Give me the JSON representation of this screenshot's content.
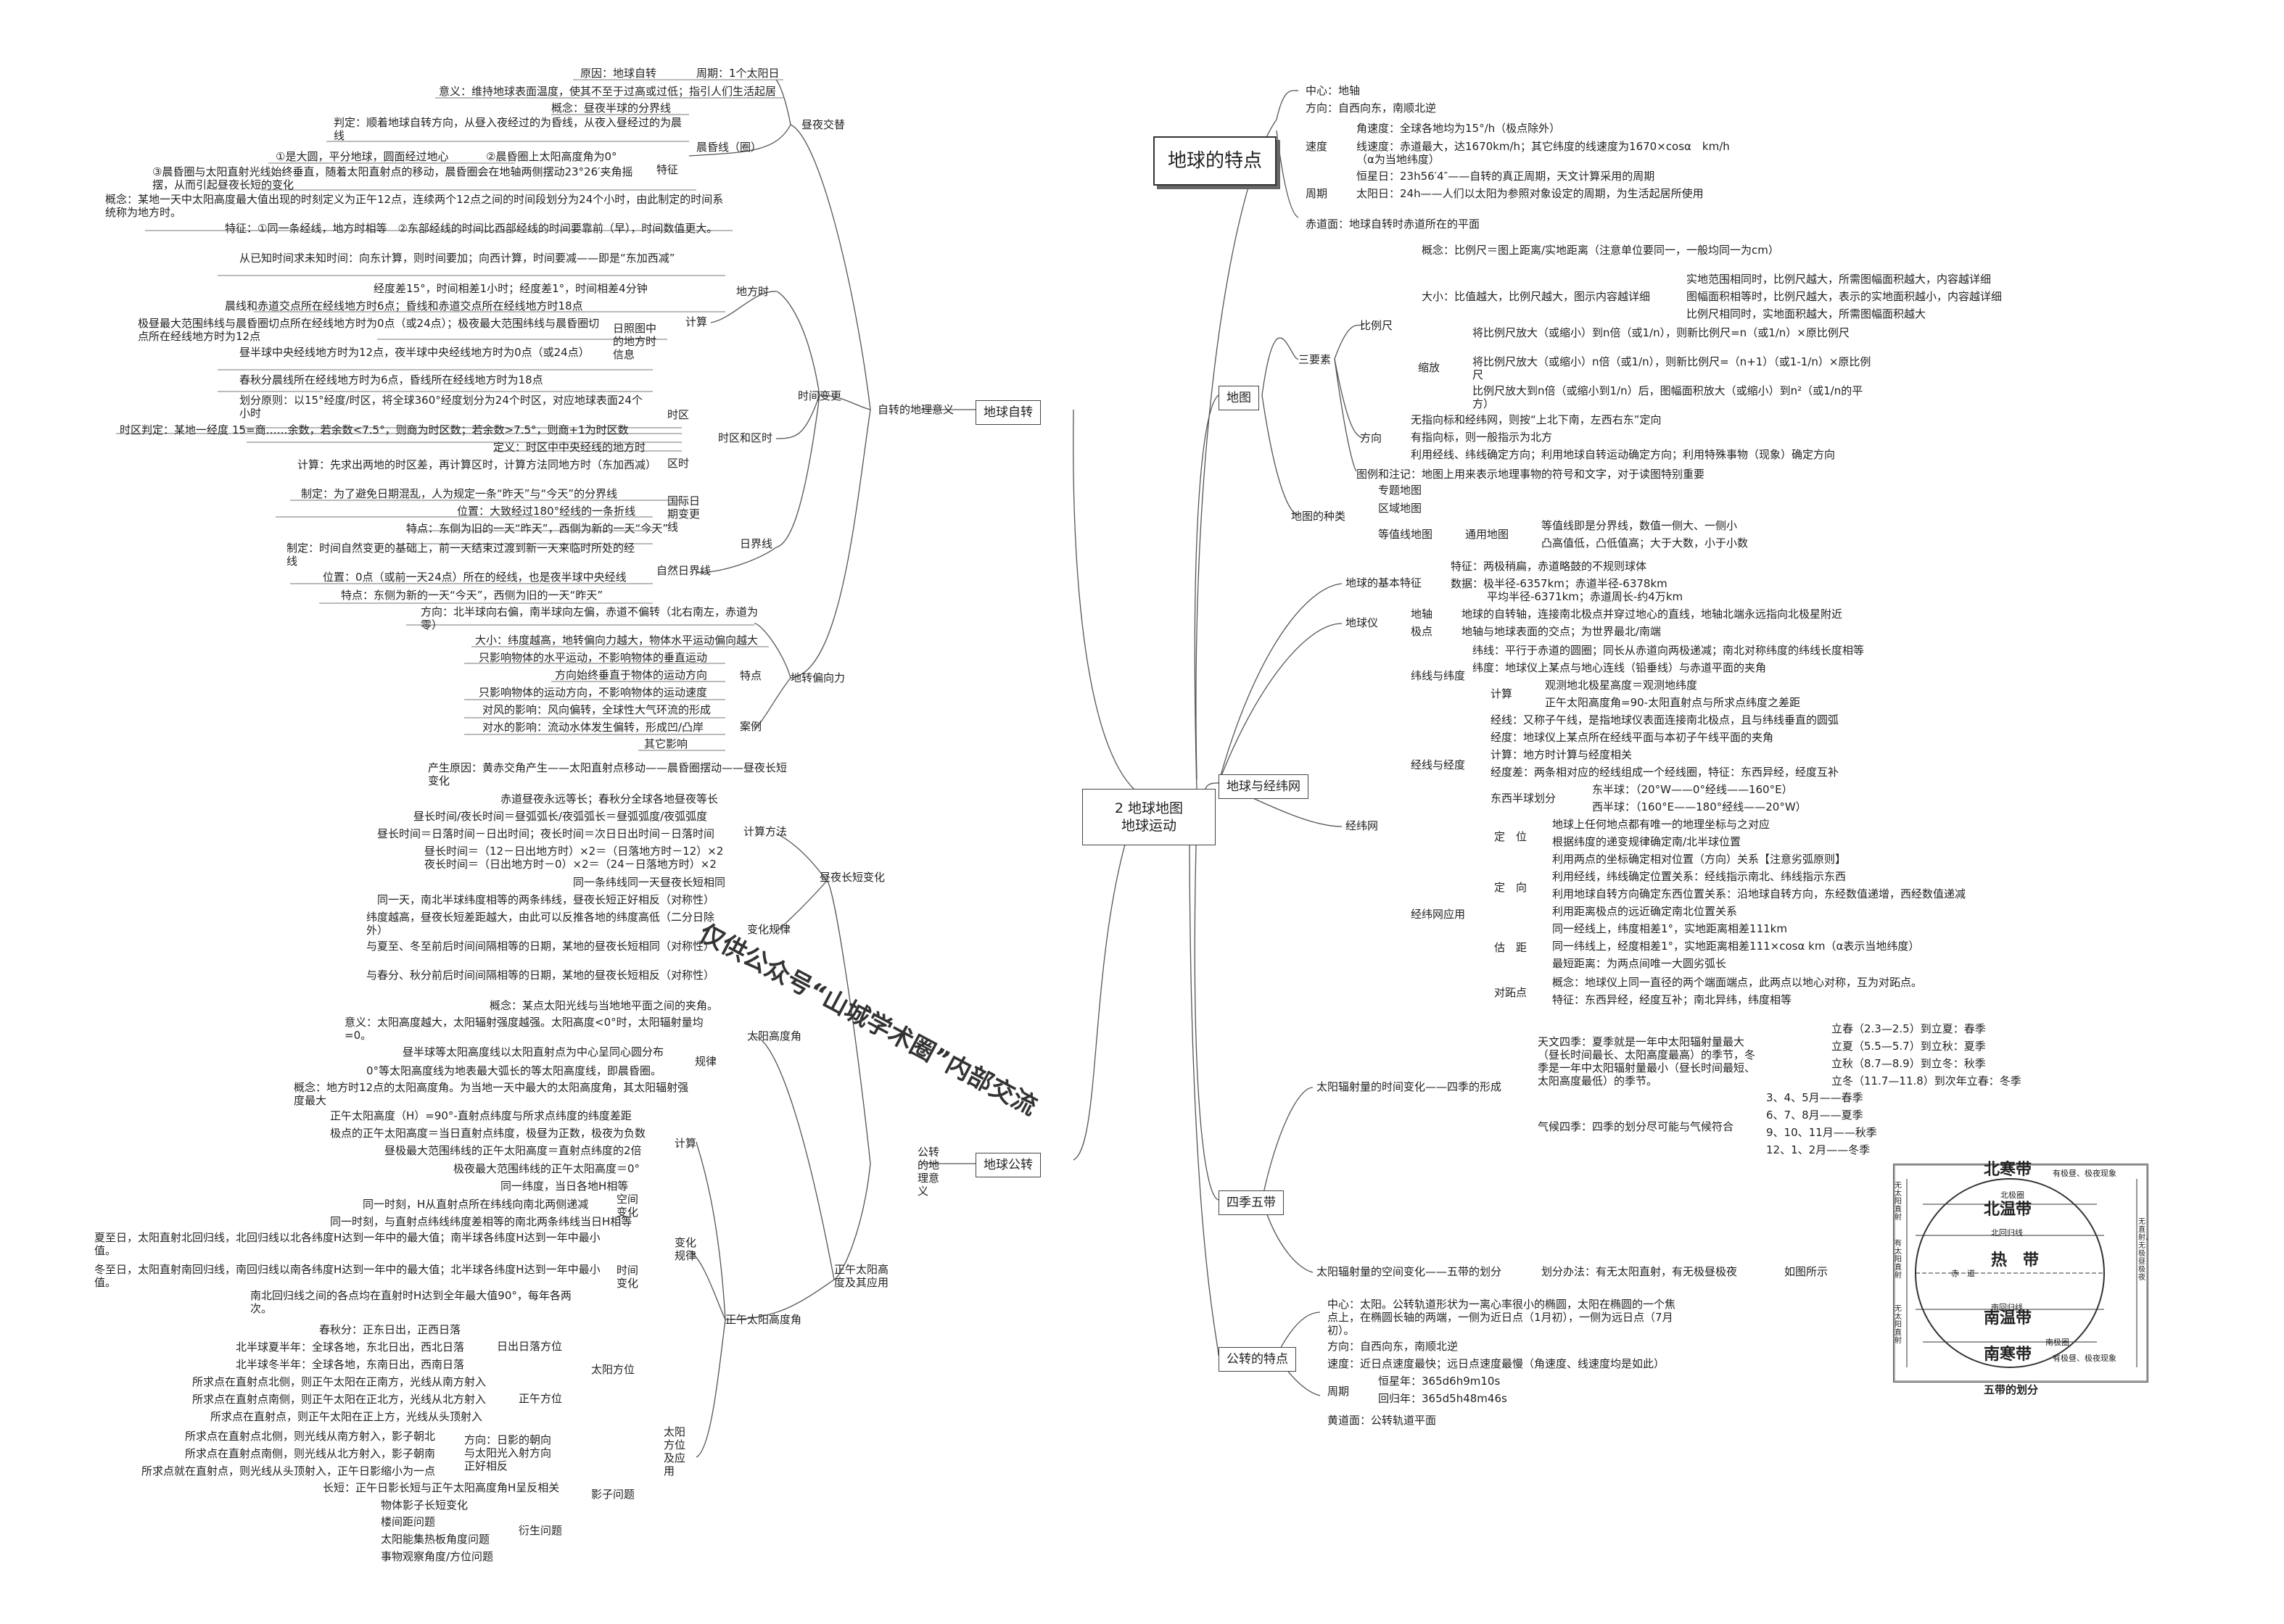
{
  "center": {
    "line1": "2  地球地图",
    "line2": "地球运动"
  },
  "topics": {
    "rotation": "地球自转",
    "revolution": "地球公转",
    "features": "地球的特点",
    "map": "地图",
    "graticule": "地球与经纬网",
    "seasons": "四季五带",
    "rev_features": "公转的特点"
  },
  "watermark": "仅供公众号“山城学术圈”内部交流",
  "rotation": {
    "meaning": "自转的地理意义",
    "daynight": {
      "label": "昼夜交替",
      "cause": "原因：地球自转",
      "period": "周期：1个太阳日",
      "significance": "意义：维持地球表面温度，使其不至于过高或过低；指引人们生活起居",
      "terminator": {
        "label": "晨昏线（圈）",
        "concept": "概念：昼夜半球的分界线",
        "judge": "判定：顺着地球自转方向，从昼入夜经过的为昏线，从夜入昼经过的为晨线",
        "features": "特征",
        "f1": "①是大圆，平分地球，圆面经过地心",
        "f2": "②晨昏圈上太阳高度角为0°",
        "f3": "③晨昏圈与太阳直射光线始终垂直，随着太阳直射点的移动，晨昏圈会在地轴两侧摆动23°26′夹角摇摆，从而引起昼夜长短的变化"
      }
    },
    "timediff": {
      "label": "时间变更",
      "localtime": {
        "label": "地方时",
        "concept": "概念：某地一天中太阳高度最大值出现的时刻定义为正午12点，连续两个12点之间的时间段划分为24个小时，由此制定的时间系统称为地方时。",
        "feature": "特征：①同一条经线，地方时相等　②东部经线的时间比西部经线的时间要靠前（早），时间数值更大。",
        "calcrule": "从已知时间求未知时间：向东计算，则时间要加；向西计算，时间要减——即是“东加西减”",
        "calc": "计算",
        "rate": "经度差15°，时间相差1小时；经度差1°，时间相差4分钟",
        "chart_label": "日照图中的地方时信息",
        "c1": "晨线和赤道交点所在经线地方时6点；昏线和赤道交点所在经线地方时18点",
        "c2": "极昼最大范围纬线与晨昏圈切点所在经线地方时为0点（或24点）；极夜最大范围纬线与晨昏圈切点所在经线地方时为12点",
        "c3": "昼半球中央经线地方时为12点，夜半球中央经线地方时为0点（或24点）",
        "c4": "春秋分晨线所在经线地方时为6点，昏线所在经线地方时为18点"
      },
      "zone": {
        "label": "时区和区时",
        "tz": "时区",
        "division": "划分原则：以15°经度/时区，将全球360°经度划分为24个时区，对应地球表面24个小时",
        "judge_label": "时区判定：某地一经度",
        "judge": "15=商……余数，若余数<7.5°，则商为时区数；若余数>7.5°，则商+1为时区数",
        "zt": "区时",
        "def": "定义：时区中中央经线的地方时",
        "calc": "计算：先求出两地的时区差，再计算区时，计算方法同地方时（东加西减）"
      },
      "dateline": {
        "label": "日界线",
        "idl": "国际日期变更线",
        "i1": "制定：为了避免日期混乱，人为规定一条“昨天”与“今天”的分界线",
        "i2": "位置：大致经过180°经线的一条折线",
        "i3": "特点：东侧为旧的一天“昨天”，西侧为新的一天“今天”",
        "natural": "自然日界线",
        "n1": "制定：时间自然变更的基础上，前一天结束过渡到新一天来临时所处的经线",
        "n2": "位置：0点（或前一天24点）所在的经线，也是夜半球中央经线",
        "n3": "特点：东侧为新的一天“今天”，西侧为旧的一天“昨天”"
      }
    },
    "deflection": {
      "label": "地转偏向力",
      "direction": "方向：北半球向右偏，南半球向左偏，赤道不偏转（北右南左，赤道为零）",
      "feature": "特点",
      "p1": "大小：纬度越高，地转偏向力越大，物体水平运动偏向越大",
      "p2": "只影响物体的水平运动，不影响物体的垂直运动",
      "p3": "方向始终垂直于物体的运动方向",
      "p4": "只影响物体的运动方向，不影响物体的运动速度",
      "case": "案例",
      "e1": "对风的影响：风向偏转，全球性大气环流的形成",
      "e2": "对水的影响：流动水体发生偏转，形成凹/凸岸",
      "e3": "其它影响"
    }
  },
  "revolution": {
    "meaning": "公转的地理意义",
    "daylength": {
      "label": "昼夜长短变化",
      "cause": "产生原因：黄赤交角产生——太阳直射点移动——晨昏圈摆动——昼夜长短变化",
      "calc": "计算方法",
      "c1": "赤道昼夜永远等长；春秋分全球各地昼夜等长",
      "c2": "昼长时间/夜长时间＝昼弧弧长/夜弧弧长＝昼弧弧度/夜弧弧度",
      "c3": "昼长时间＝日落时间－日出时间；夜长时间＝次日日出时间－日落时间",
      "c4": "昼长时间＝（12－日出地方时）×2＝（日落地方时－12）×2",
      "c5": "夜长时间＝（日出地方时－0）×2＝（24－日落地方时）×2",
      "law": "变化规律",
      "l1": "同一条纬线同一天昼夜长短相同",
      "l2": "同一天，南北半球纬度相等的两条纬线，昼夜长短正好相反（对称性）",
      "l3": "纬度越高，昼夜长短差距越大，由此可以反推各地的纬度高低（二分日除外）",
      "l4": "与夏至、冬至前后时间间隔相等的日期，某地的昼夜长短相同（对称性）",
      "l5": "与春分、秋分前后时间间隔相等的日期，某地的昼夜长短相反（对称性）"
    },
    "solar": {
      "label": "正午太阳高度角",
      "angle": "太阳高度角",
      "concept": "概念：某点太阳光线与当地地平面之间的夹角。",
      "meaning": "意义：太阳高度越大，太阳辐射强度越强。太阳高度<0°时，太阳辐射量均=0。",
      "law": "规律",
      "law1": "昼半球等太阳高度线以太阳直射点为中心呈同心圆分布",
      "law2": "0°等太阳高度线为地表最大弧长的等太阳高度线，即晨昏圈。",
      "noon": "正午太阳高度及其应用",
      "n_concept": "概念：地方时12点的太阳高度角。为当地一天中最大的太阳高度角，其太阳辐射强度最大",
      "calc": "计算",
      "k1": "正午太阳高度（H）=90°-直射点纬度与所求点纬度的纬度差距",
      "k2": "极点的正午太阳高度＝当日直射点纬度，极昼为正数，极夜为负数",
      "k3": "昼极最大范围纬线的正午太阳高度＝直射点纬度的2倍",
      "k4": "极夜最大范围纬线的正午太阳高度＝0°",
      "changes": "变化规律",
      "space": "空间变化",
      "s1": "同一纬度，当日各地H相等",
      "s2": "同一时刻，H从直射点所在纬线向南北两侧递减",
      "s3": "同一时刻，与直射点纬线纬度差相等的南北两条纬线当日H相等",
      "time": "时间变化",
      "t1": "夏至日，太阳直射北回归线，北回归线以北各纬度H达到一年中的最大值；南半球各纬度H达到一年中最小值。",
      "t2": "冬至日，太阳直射南回归线，南回归线以南各纬度H达到一年中的最大值；北半球各纬度H达到一年中最小值。",
      "t3": "南北回归线之间的各点均在直射时H达到全年最大值90°，每年各两次。",
      "sunpos": "太阳方位及应用",
      "orient": "太阳方位",
      "rise": "日出日落方位",
      "r1": "春秋分：正东日出，正西日落",
      "r2": "北半球夏半年：全球各地，东北日出，西北日落",
      "r3": "北半球冬半年：全球各地，东南日出，西南日落",
      "noondir": "正午方位",
      "d1": "所求点在直射点北侧，则正午太阳在正南方，光线从南方射入",
      "d2": "所求点在直射点南侧，则正午太阳在正北方，光线从北方射入",
      "d3": "所求点在直射点，则正午太阳在正上方，光线从头顶射入",
      "shadow": "影子问题",
      "sh_dir": "方向：日影的朝向与太阳光入射方向正好相反",
      "sd1": "所求点在直射点北侧，则光线从南方射入，影子朝北",
      "sd2": "所求点在直射点南侧，则光线从北方射入，影子朝南",
      "sd3": "所求点就在直射点，则光线从头顶射入，正午日影缩小为一点",
      "sh_len": "长短：正午日影长短与正午太阳高度角H呈反相关",
      "sh_var": "物体影子长短变化",
      "derive": "衍生问题",
      "dv1": "楼间距问题",
      "dv2": "太阳能集热板角度问题",
      "dv3": "事物观察角度/方位问题"
    }
  },
  "features": {
    "center": "中心：地轴",
    "direction": "方向：自西向东，南顺北逆",
    "speed": "速度",
    "angular": "角速度：全球各地均为15°/h（极点除外）",
    "linear": "线速度：赤道最大，达1670km/h；其它纬度的线速度为1670×cosα　km/h（α为当地纬度）",
    "period": "周期",
    "sidereal": "恒星日：23h56′4″——自转的真正周期，天文计算采用的周期",
    "solar": "太阳日：24h——人们以太阳为参照对象设定的周期，为生活起居所使用",
    "equator": "赤道面：地球自转时赤道所在的平面"
  },
  "map": {
    "elements": "三要素",
    "scale": "比例尺",
    "sc_concept": "概念：比例尺＝图上距离/实地距离（注意单位要同一，一般均同一为cm）",
    "size": "大小",
    "size_head": "大小：比值越大，比例尺越大，图示内容越详细",
    "z1": "实地范围相同时，比例尺越大，所需图幅面积越大，内容越详细",
    "z2": "图幅面积相等时，比例尺越大，表示的实地面积越小，内容越详细",
    "z3": "比例尺相同时，实地面积越大，所需图幅面积越大",
    "zoom": "缩放",
    "zm1": "将比例尺放大（或缩小）到n倍（或1/n），则新比例尺=n（或1/n）×原比例尺",
    "zm2": "将比例尺放大（或缩小）n倍（或1/n），则新比例尺=（n+1）（或1-1/n）×原比例尺",
    "zm3": "比例尺放大到n倍（或缩小到1/n）后，图幅面积放大（或缩小）到n²（或1/n的平方）",
    "direction": "方向",
    "dr1": "无指向标和经纬网，则按“上北下南，左西右东”定向",
    "dr2": "有指向标，则一般指示为北方",
    "dr3": "利用经线、纬线确定方向；利用地球自转运动确定方向；利用特殊事物（现象）确定方向",
    "legend": "图例和注记：地图上用来表示地理事物的符号和文字，对于读图特别重要",
    "types": "地图的种类",
    "t1": "专题地图",
    "t2": "区域地图",
    "t3": "通用地图",
    "contour": "等值线地图",
    "ct1": "等值线即是分界线，数值一侧大、一侧小",
    "ct2": "凸高值低，凸低值高；大于大数，小于小数"
  },
  "graticule": {
    "basic": "地球的基本特征",
    "shape": "特征：两极稍扁，赤道略鼓的不规则球体",
    "data": "数据：极半径-6357km；赤道半径-6378km",
    "data2": "平均半径-6371km；赤道周长-约4万km",
    "globe": "地球仪",
    "axis_l": "地轴",
    "axis": "地球的自转轴，连接南北极点并穿过地心的直线，地轴北端永远指向北极星附近",
    "pole_l": "极点",
    "pole": "地轴与地球表面的交点；为世界最北/南端",
    "latlon": "纬线与纬度",
    "lat1": "纬线：平行于赤道的圆圈；同长从赤道向两极递减；南北对称纬度的纬线长度相等",
    "lat2": "纬度：地球仪上某点与地心连线（铅垂线）与赤道平面的夹角",
    "calc": "计算",
    "lat3": "观测地北极星高度＝观测地纬度",
    "lat4": "正午太阳高度角=90-太阳直射点与所求点纬度之差距",
    "lonlat": "经线与经度",
    "lon1": "经线：又称子午线，是指地球仪表面连接南北极点，且与纬线垂直的圆弧",
    "lon2": "经度：地球仪上某点所在经线平面与本初子午线平面的夹角",
    "lon3": "计算：地方时计算与经度相关",
    "lon4": "经度差：两条相对应的经线组成一个经线圈，特征：东西异经，经度互补",
    "hemi": "东西半球划分",
    "h1": "东半球：（20°W——0°经线——160°E）",
    "h2": "西半球：（160°E——180°经线——20°W）",
    "net": "经纬网",
    "app": "经纬网应用",
    "locate": "定　位",
    "lc1": "地球上任何地点都有唯一的地理坐标与之对应",
    "lc2": "根据纬度的递变规律确定南/北半球位置",
    "orient": "定　向",
    "o1": "利用两点的坐标确定相对位置（方向）关系【注意劣弧原则】",
    "o2": "利用经线，纬线确定位置关系：经线指示南北、纬线指示东西",
    "o3": "利用地球自转方向确定东西位置关系：沿地球自转方向，东经数值递增，西经数值递减",
    "o4": "利用距离极点的远近确定南北位置关系",
    "estimate": "估　距",
    "e1": "同一经线上，纬度相差1°，实地距离相差111km",
    "e2": "同一纬线上，经度相差1°，实地距离相差111×cosα km（α表示当地纬度）",
    "e3": "最短距离：为两点间唯一大圆劣弧长",
    "antipode": "对跖点",
    "a1": "概念：地球仪上同一直径的两个端面端点，此两点以地心对称，互为对跖点。",
    "a2": "特征：东西异经，经度互补；南北异纬，纬度相等"
  },
  "seasons": {
    "time": "太阳辐射量的时间变化——四季的形成",
    "astro": "天文四季：夏季就是一年中太阳辐射量最大（昼长时间最长、太阳高度最高）的季节，冬季是一年中太阳辐射量最小（昼长时间最短、太阳高度最低）的季节。",
    "a1": "立春（2.3—2.5）到立夏：春季",
    "a2": "立夏（5.5—5.7）到立秋：夏季",
    "a3": "立秋（8.7—8.9）到立冬：秋季",
    "a4": "立冬（11.7—11.8）到次年立春：冬季",
    "climate": "气候四季：四季的划分尽可能与气候符合",
    "c1": "3、4、5月——春季",
    "c2": "6、7、8月——夏季",
    "c3": "9、10、11月——秋季",
    "c4": "12、1、2月——冬季",
    "space": "太阳辐射量的空间变化——五带的划分",
    "space_rule": "划分办法：有无太阳直射，有无极昼极夜",
    "fig": "如图所示",
    "zones": {
      "n_frigid": "北寒带",
      "n_temp": "北温带",
      "torrid": "热　带",
      "s_temp": "南温带",
      "s_frigid": "南寒带",
      "arctic": "北极圈",
      "antarctic": "南极圈",
      "tropic_n": "北回归线",
      "tropic_s": "南回归线",
      "equator": "赤　道",
      "polar_n": "有极昼、极夜现象",
      "polar_s": "有极昼、极夜现象",
      "direct": "有太阳直射",
      "no_direct_n": "无太阳直射",
      "no_direct_s": "无太阳直射",
      "none": "无直射、无极昼极夜",
      "caption": "五带的划分"
    }
  },
  "rev_features": {
    "center": "中心：太阳。公转轨道形状为一离心率很小的椭圆，太阳在椭圆的一个焦点上，在椭圆长轴的两端，一侧为近日点（1月初），一侧为远日点（7月初）。",
    "direction": "方向：自西向东，南顺北逆",
    "speed": "速度：近日点速度最快；远日点速度最慢（角速度、线速度均是如此）",
    "period": "周期",
    "p1": "恒星年：365d6h9m10s",
    "p2": "回归年：365d5h48m46s",
    "plane": "黄道面：公转轨道平面"
  }
}
